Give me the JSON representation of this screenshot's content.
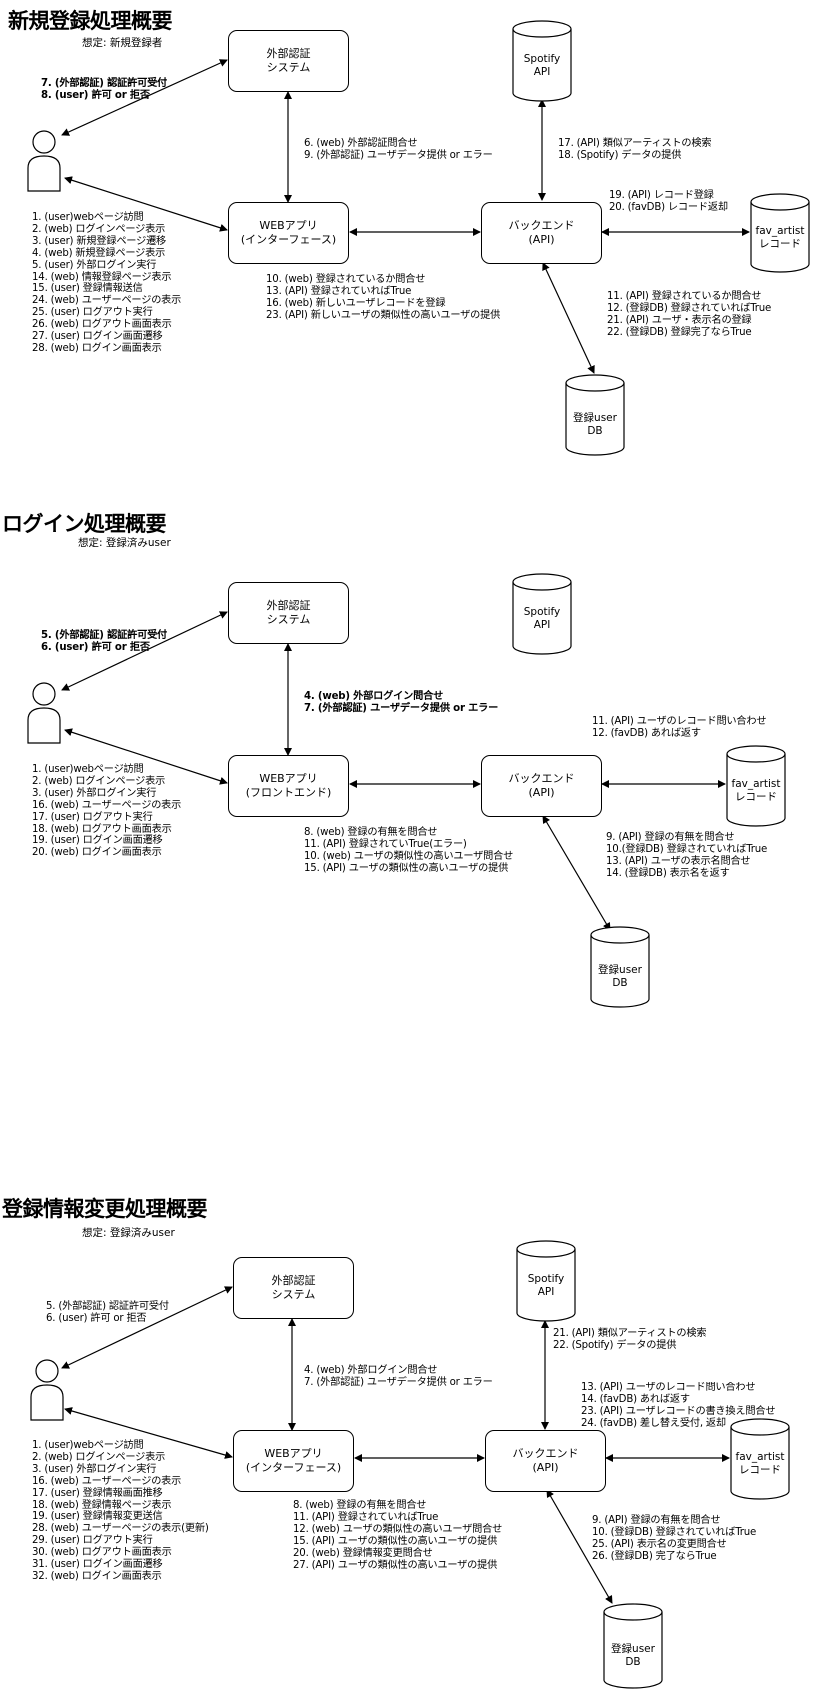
{
  "sections": [
    {
      "title": "新規登録処理概要",
      "subtitle": "想定: 新規登録者",
      "external_auth": "外部認証\nシステム",
      "webapp": "WEBアプリ\n(インターフェース)",
      "backend": "バックエンド\n(API)",
      "spotify": "Spotify\nAPI",
      "fav_artist": "fav_artist\nレコード",
      "user_db": "登録user\nDB",
      "note_user_auth": [
        "7. (外部認証) 認証許可受付",
        "8. (user) 許可 or 拒否"
      ],
      "note_web_auth": [
        "6. (web) 外部認証問合せ",
        "9. (外部認証) ユーザデータ提供 or エラー"
      ],
      "note_user_web": [
        "1. (user)webページ訪問",
        "2. (web) ログインページ表示",
        "3. (user) 新規登録ページ遷移",
        "4. (web) 新規登録ページ表示",
        "5. (user) 外部ログイン実行",
        "14. (web) 情報登録ページ表示",
        "15. (user) 登録情報送信",
        "24. (web) ユーザーページの表示",
        "25. (user) ログアウト実行",
        "26. (web) ログアウト画面表示",
        "27. (user) ログイン画面遷移",
        "28. (web) ログイン画面表示"
      ],
      "note_web_backend": [
        "10. (web) 登録されているか問合せ",
        "13. (API) 登録されていればTrue",
        "16. (web) 新しいユーザレコードを登録",
        "23. (API) 新しいユーザの類似性の高いユーザの提供"
      ],
      "note_spotify": [
        "17. (API) 類似アーティストの検索",
        "18. (Spotify) データの提供"
      ],
      "note_fav": [
        "19. (API) レコード登録",
        "20. (favDB) レコード返却"
      ],
      "note_userdb": [
        "11. (API) 登録されているか問合せ",
        "12. (登録DB) 登録されていればTrue",
        "21. (API) ユーザ・表示名の登録",
        "22. (登録DB) 登録完了ならTrue"
      ]
    },
    {
      "title": "ログイン処理概要",
      "subtitle": "想定: 登録済みuser",
      "external_auth": "外部認証\nシステム",
      "webapp": "WEBアプリ\n(フロントエンド)",
      "backend": "バックエンド\n(API)",
      "spotify": "Spotify\nAPI",
      "fav_artist": "fav_artist\nレコード",
      "user_db": "登録user\nDB",
      "note_user_auth": [
        "5. (外部認証) 認証許可受付",
        "6. (user) 許可 or 拒否"
      ],
      "note_web_auth": [
        "4. (web) 外部ログイン問合せ",
        "7. (外部認証) ユーザデータ提供 or エラー"
      ],
      "note_user_web": [
        "1. (user)webページ訪問",
        "2. (web) ログインページ表示",
        "3. (user) 外部ログイン実行",
        "16. (web) ユーザーページの表示",
        "17. (user) ログアウト実行",
        "18. (web) ログアウト画面表示",
        "19. (user) ログイン画面遷移",
        "20. (web) ログイン画面表示"
      ],
      "note_web_backend": [
        "8. (web) 登録の有無を問合せ",
        "11. (API) 登録されていTrue(エラー)",
        "10. (web) ユーザの類似性の高いユーザ問合せ",
        "15. (API) ユーザの類似性の高いユーザの提供"
      ],
      "note_fav": [
        "11. (API) ユーザのレコード問い合わせ",
        "12. (favDB) あれば返す"
      ],
      "note_userdb": [
        "9. (API) 登録の有無を問合せ",
        "10.(登録DB) 登録されていればTrue",
        "13. (API) ユーザの表示名問合せ",
        "14. (登録DB) 表示名を返す"
      ]
    },
    {
      "title": "登録情報変更処理概要",
      "subtitle": "想定: 登録済みuser",
      "external_auth": "外部認証\nシステム",
      "webapp": "WEBアプリ\n(インターフェース)",
      "backend": "バックエンド\n(API)",
      "spotify": "Spotify\nAPI",
      "fav_artist": "fav_artist\nレコード",
      "user_db": "登録user\nDB",
      "note_user_auth": [
        "5. (外部認証) 認証許可受付",
        "6. (user) 許可 or 拒否"
      ],
      "note_web_auth": [
        "4. (web) 外部ログイン問合せ",
        "7. (外部認証) ユーザデータ提供 or エラー"
      ],
      "note_user_web": [
        "1. (user)webページ訪問",
        "2. (web) ログインページ表示",
        "3. (user) 外部ログイン実行",
        "16. (web) ユーザーページの表示",
        "17. (user) 登録情報画面推移",
        "18. (web) 登録情報ページ表示",
        "19. (user) 登録情報変更送信",
        "28. (web) ユーザーページの表示(更新)",
        "29. (user) ログアウト実行",
        "30. (web) ログアウト画面表示",
        "31. (user) ログイン画面遷移",
        "32. (web) ログイン画面表示"
      ],
      "note_web_backend": [
        "8. (web) 登録の有無を問合せ",
        "11. (API) 登録されていればTrue",
        "12. (web) ユーザの類似性の高いユーザ問合せ",
        "15. (API) ユーザの類似性の高いユーザの提供",
        "20. (web) 登録情報変更問合せ",
        "27. (API) ユーザの類似性の高いユーザの提供"
      ],
      "note_spotify": [
        "21. (API) 類似アーティストの検索",
        "22. (Spotify) データの提供"
      ],
      "note_fav": [
        "13. (API) ユーザのレコード問い合わせ",
        "14. (favDB) あれば返す",
        "23. (API) ユーザレコードの書き換え問合せ",
        "24. (favDB) 差し替え受付, 返却"
      ],
      "note_userdb": [
        "9. (API) 登録の有無を問合せ",
        "10. (登録DB) 登録されていればTrue",
        "25. (API) 表示名の変更問合せ",
        "26. (登録DB) 完了ならTrue"
      ]
    }
  ]
}
